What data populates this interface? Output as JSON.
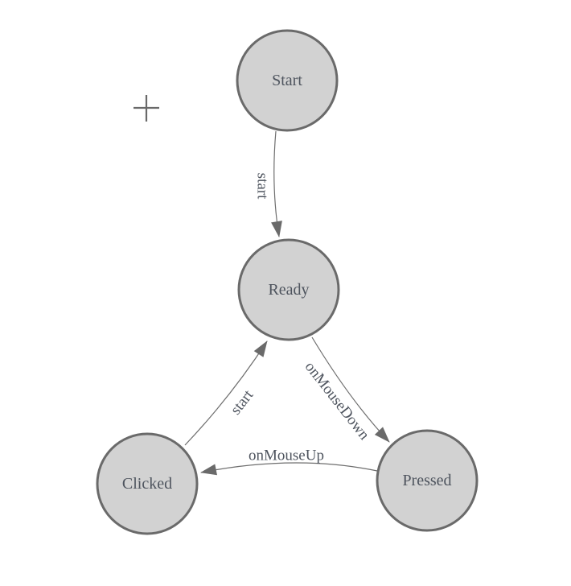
{
  "diagram": {
    "type": "state-machine",
    "background": "#ffffff",
    "nodes": [
      {
        "id": "start",
        "label": "Start"
      },
      {
        "id": "ready",
        "label": "Ready"
      },
      {
        "id": "clicked",
        "label": "Clicked"
      },
      {
        "id": "pressed",
        "label": "Pressed"
      }
    ],
    "edges": [
      {
        "from": "start",
        "to": "ready",
        "label": "start"
      },
      {
        "from": "clicked",
        "to": "ready",
        "label": "start"
      },
      {
        "from": "ready",
        "to": "pressed",
        "label": "onMouseDown"
      },
      {
        "from": "pressed",
        "to": "clicked",
        "label": "onMouseUp"
      }
    ],
    "cursor": {
      "icon": "crosshair-plus"
    },
    "colors": {
      "node_fill": "#d2d2d2",
      "node_border": "#6a6a6a",
      "node_text": "#4e545e",
      "edge_line": "#6e6e6e",
      "arrowhead": "#6a6a6a",
      "edge_text": "#4e545e",
      "cursor": "#696969",
      "background": "#ffffff"
    }
  }
}
